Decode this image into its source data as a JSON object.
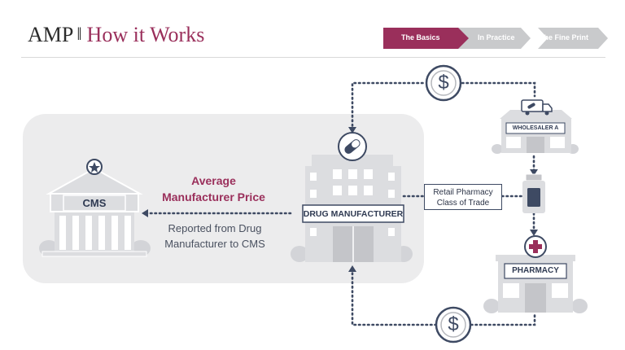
{
  "header": {
    "title_main": "AMP",
    "title_sep": "‖",
    "title_sub": "How it Works"
  },
  "tabs": [
    {
      "label": "The Basics",
      "active": true
    },
    {
      "label": "In Practice",
      "active": false
    },
    {
      "label": "The Fine Print",
      "active": false
    }
  ],
  "diagram": {
    "cms_sign": "CMS",
    "manufacturer_sign": "DRUG MANUFACTURER",
    "wholesaler_sign": "WHOLESALER A",
    "pharmacy_sign": "PHARMACY",
    "amp_label": "Average Manufacturer Price",
    "reported_label": "Reported from Drug Manufacturer to CMS",
    "trade_label": "Retail Pharmacy Class of Trade",
    "dollar_symbol": "$"
  },
  "colors": {
    "accent": "#9a2f5b",
    "navy": "#3e4a63",
    "building_gray": "#dcdde0",
    "panel_gray": "#ececed",
    "tab_inactive": "#c9cacc"
  }
}
